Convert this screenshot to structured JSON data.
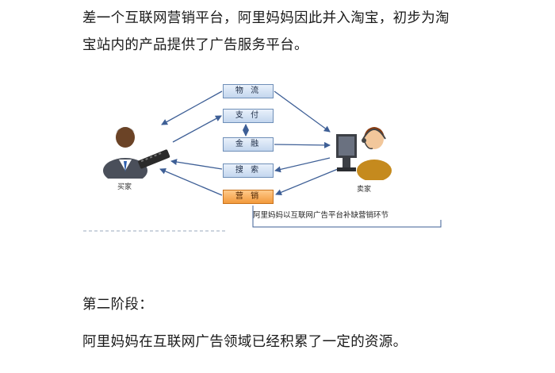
{
  "paragraphs": {
    "p1": "差一个互联网营销平台，阿里妈妈因此并入淘宝，初步为淘",
    "p2": "宝站内的产品提供了广告服务平台。",
    "p3": "第二阶段：",
    "p4": "阿里妈妈在互联网广告领域已经积累了一定的资源。"
  },
  "diagram": {
    "boxes": [
      "物 流",
      "支 付",
      "金 融",
      "搜 索",
      "营 销"
    ],
    "buyer_label": "买家",
    "seller_label": "卖家",
    "note": "阿里妈妈以互联网广告平台补缺营销环节",
    "colors": {
      "box_blue": "#c3d6ee",
      "box_orange": "#f29a3c",
      "arrow": "#3e5f96"
    }
  }
}
